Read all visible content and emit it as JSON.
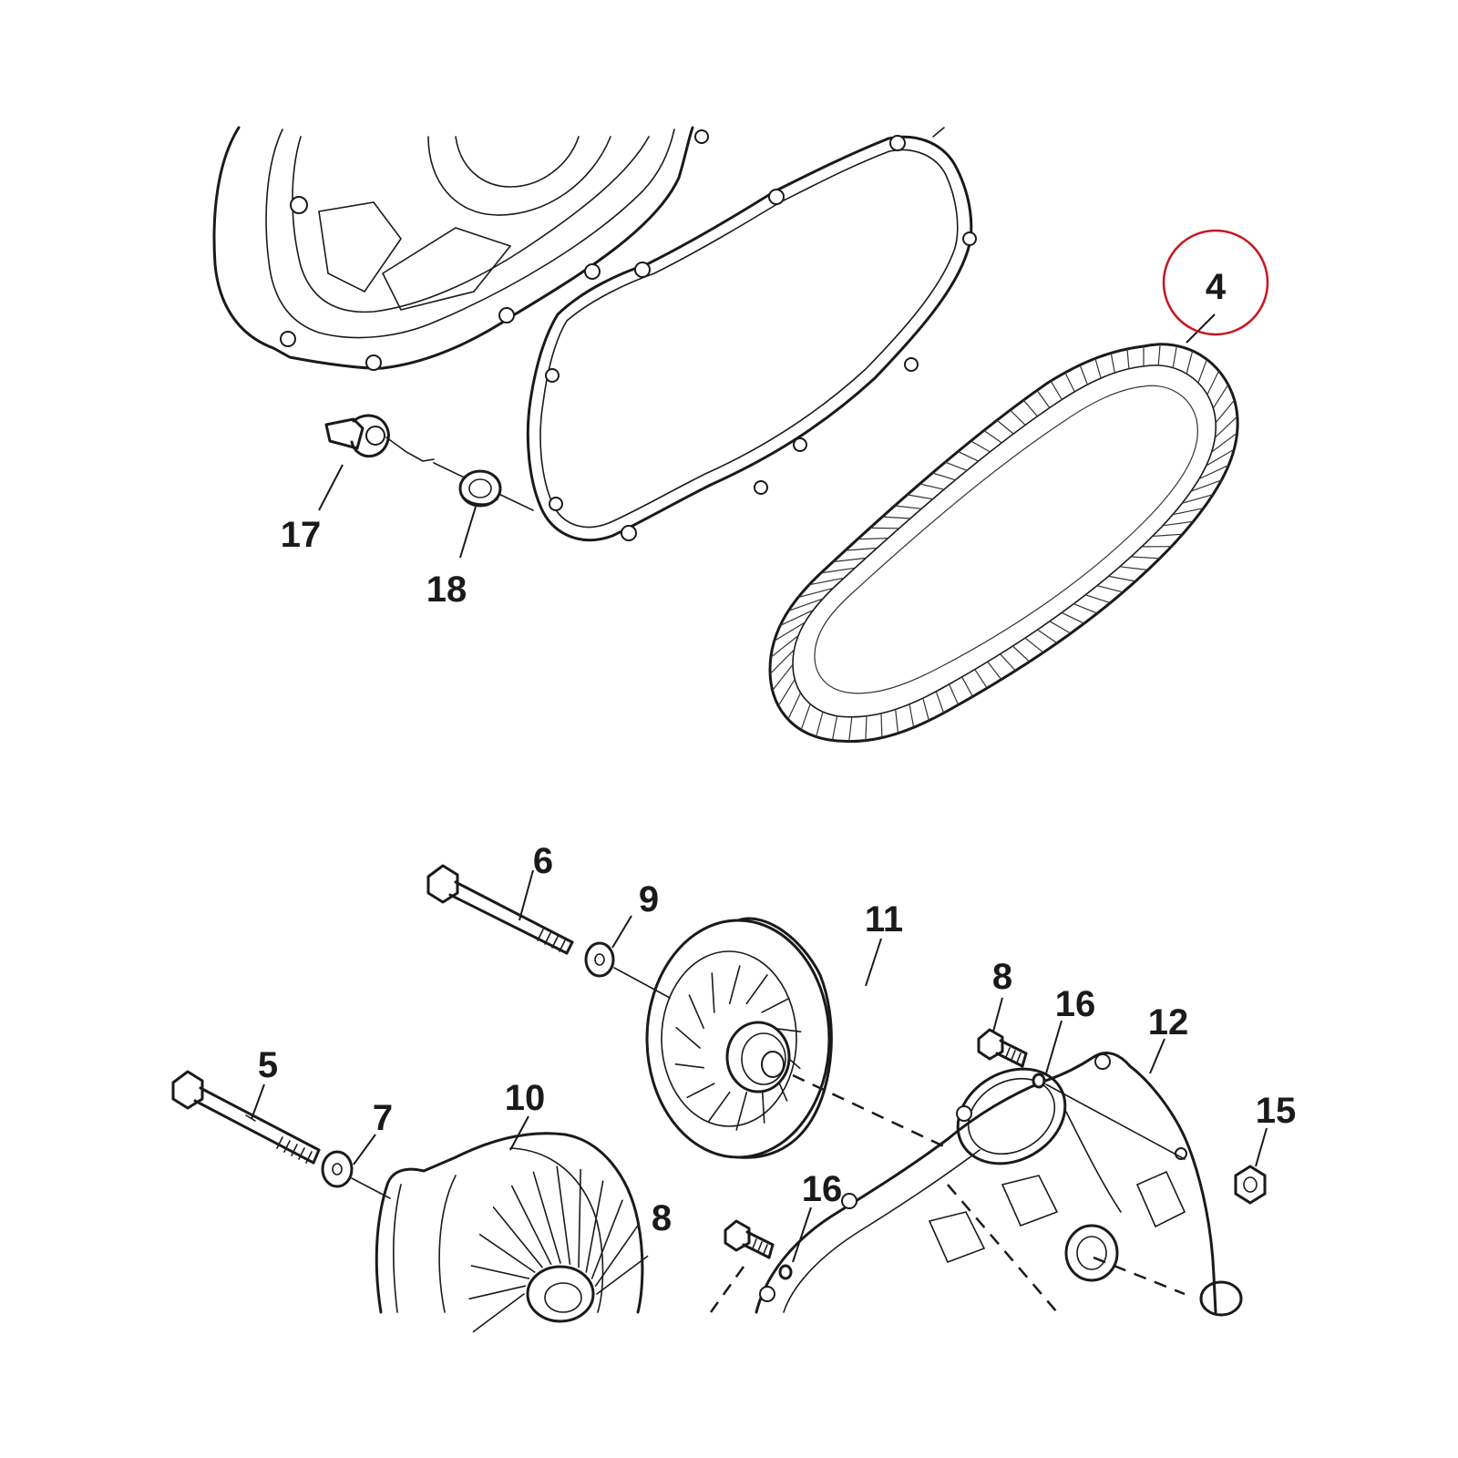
{
  "accent_color": "#c8161d",
  "line_color": "#1a1a1a",
  "highlighted_part": "4",
  "callouts": {
    "c4": "4",
    "c5": "5",
    "c6": "6",
    "c7": "7",
    "c8a": "8",
    "c8b": "8",
    "c9": "9",
    "c10": "10",
    "c11": "11",
    "c12": "12",
    "c15": "15",
    "c16a": "16",
    "c16b": "16",
    "c17": "17",
    "c18": "18"
  }
}
